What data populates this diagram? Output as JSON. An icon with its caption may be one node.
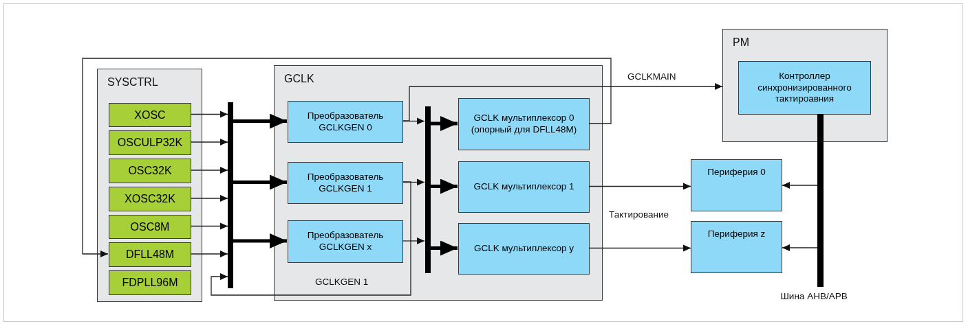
{
  "diagram": {
    "nodes": [
      {
        "text": [
          "SYSCTRL"
        ]
      },
      {
        "text": [
          "XOSC"
        ],
        "in": 0
      },
      {
        "text": [
          "OSCULP32K"
        ],
        "in": 0
      },
      {
        "text": [
          "OSC32K"
        ],
        "in": 0
      },
      {
        "text": [
          "XOSC32K"
        ],
        "in": 0
      },
      {
        "text": [
          "OSC8M"
        ],
        "in": 0
      },
      {
        "text": [
          "DFLL48M"
        ],
        "in": 0
      },
      {
        "text": [
          "FDPLL96M"
        ],
        "in": 0
      },
      {
        "text": [],
        "shape": "bar"
      },
      {
        "text": [
          "GCLK"
        ]
      },
      {
        "text": [
          "Преобразователь GCLKGEN 0"
        ],
        "in": 9
      },
      {
        "text": [
          "Преобразователь GCLKGEN 1"
        ],
        "in": 9
      },
      {
        "text": [
          "Преобразователь GCLKGEN x"
        ],
        "in": 9
      },
      {
        "text": [],
        "shape": "bar",
        "in": 9
      },
      {
        "text": [
          "GCLK мультиплексор 0 (опорный для DFLL48M)"
        ],
        "in": 9
      },
      {
        "text": [
          "GCLK мультиплексор 1"
        ],
        "in": 9
      },
      {
        "text": [
          "GCLK мультиплексор y"
        ],
        "in": 9
      },
      {
        "text": [
          "PM"
        ]
      },
      {
        "text": [
          "Контроллер синхронизированного тактироавния"
        ],
        "in": 17
      },
      {
        "text": [
          "Периферия 0"
        ]
      },
      {
        "text": [
          "Периферия z"
        ]
      },
      {
        "text": [],
        "shape": "bar",
        "beside": [
          "Шина AHB/APB"
        ]
      }
    ],
    "edges": [
      {
        "from": 1,
        "to": 8,
        "arrow": "to"
      },
      {
        "from": 2,
        "to": 8,
        "arrow": "to"
      },
      {
        "from": 3,
        "to": 8,
        "arrow": "to"
      },
      {
        "from": 4,
        "to": 8,
        "arrow": "to"
      },
      {
        "from": 5,
        "to": 8,
        "arrow": "to"
      },
      {
        "from": 6,
        "to": 8,
        "arrow": "to"
      },
      {
        "from": 8,
        "to": 10,
        "arrow": "to",
        "style": "thick"
      },
      {
        "from": 8,
        "to": 11,
        "arrow": "to",
        "style": "thick"
      },
      {
        "from": 8,
        "to": 12,
        "arrow": "to",
        "style": "thick"
      },
      {
        "from": 10,
        "to": 13,
        "arrow": "to"
      },
      {
        "from": 11,
        "to": 13,
        "arrow": "to"
      },
      {
        "from": 12,
        "to": 13,
        "arrow": "to"
      },
      {
        "from": 13,
        "to": 14,
        "arrow": "to",
        "style": "thick"
      },
      {
        "from": 13,
        "to": 15,
        "arrow": "to",
        "style": "thick"
      },
      {
        "from": 13,
        "to": 16,
        "arrow": "to",
        "style": "thick"
      },
      {
        "from": 10,
        "to": 17,
        "arrow": "to",
        "label": "GCLKMAIN"
      },
      {
        "from": 14,
        "to": 6,
        "arrow": "to"
      },
      {
        "from": 11,
        "to": 8,
        "arrow": "to",
        "label": "GCLKGEN 1"
      },
      {
        "from": 15,
        "to": 19,
        "arrow": "to"
      },
      {
        "from": 16,
        "to": 20,
        "arrow": "to"
      },
      {
        "from": 21,
        "to": 19,
        "arrow": "to"
      },
      {
        "from": 21,
        "to": 20,
        "arrow": "to"
      }
    ],
    "labels": [
      "Тактирование"
    ]
  }
}
